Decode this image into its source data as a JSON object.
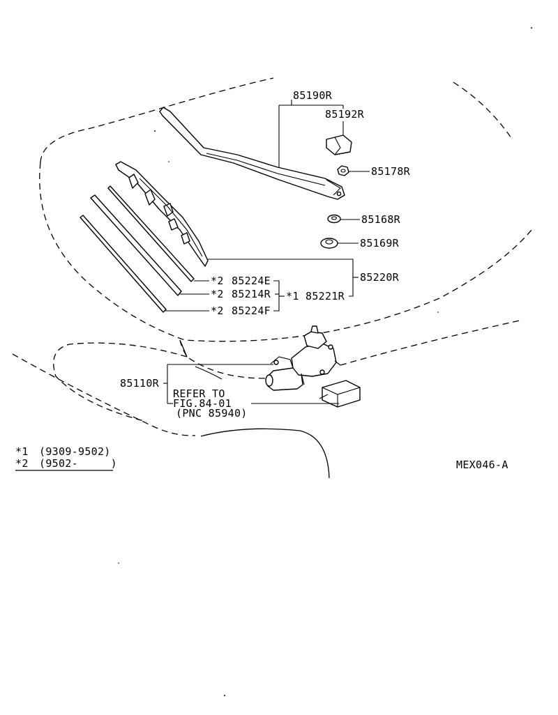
{
  "callouts": {
    "arm_assembly": "85190R",
    "arm_cap": "85192R",
    "nut": "85178R",
    "washer": "85168R",
    "cushion": "85169R",
    "blade_assembly": "85220R",
    "blade_subassembly": "85221R",
    "rubber_e": "85224E",
    "rubber_f": "85224F",
    "blade_backing": "85214R",
    "motor": "85110R"
  },
  "markers": {
    "star1": "*1",
    "star2": "*2"
  },
  "reference": {
    "line1": "REFER TO",
    "line2": "FIG.84-01",
    "line3": "(PNC 85940)"
  },
  "legend": {
    "row1_marker": "*1",
    "row1_range": "(9309-9502)",
    "row2_marker": "*2",
    "row2_range": "(9502-     )"
  },
  "figure_code": "MEX046-A",
  "colors": {
    "ink": "#000000",
    "paper": "#ffffff"
  }
}
